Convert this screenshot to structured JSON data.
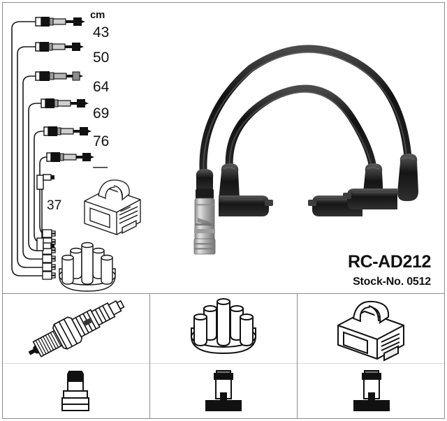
{
  "sheet": {
    "background_color": "#ffffff",
    "border_color": "#8c8c8c",
    "ink_color": "#111111"
  },
  "measurements": {
    "unit_header": "cm",
    "lengths": [
      {
        "label": "43",
        "value": 43
      },
      {
        "label": "50",
        "value": 50
      },
      {
        "label": "64",
        "value": 64
      },
      {
        "label": "69",
        "value": 69
      },
      {
        "label": "76",
        "value": 76
      },
      {
        "label": "—",
        "value": null
      }
    ],
    "coil_lead_label": "37"
  },
  "product": {
    "code": "RC-AD212",
    "stock_label": "Stock-No. 0512"
  },
  "photo": {
    "alt": "two black ignition leads with angled plug boots and metal coil terminal",
    "cable_color": "#1c1c1c",
    "metal_color": "#b9b9b9"
  },
  "legend": {
    "cells": [
      {
        "upper_icon": "spark-plug-icon",
        "upper_name": "spark plug",
        "lower_icon": "straight-boot-icon",
        "lower_name": "straight rubber boot"
      },
      {
        "upper_icon": "distributor-cap-icon",
        "upper_name": "distributor cap",
        "lower_icon": "straight-terminal-icon",
        "lower_name": "straight terminal"
      },
      {
        "upper_icon": "ignition-coil-icon",
        "upper_name": "ignition coil",
        "lower_icon": "straight-terminal-icon",
        "lower_name": "straight terminal"
      }
    ]
  },
  "schematic": {
    "coil_icon": "ignition-coil-schematic",
    "cap_icon": "distributor-cap-schematic",
    "harness_icon": "cable-harness-schematic"
  }
}
